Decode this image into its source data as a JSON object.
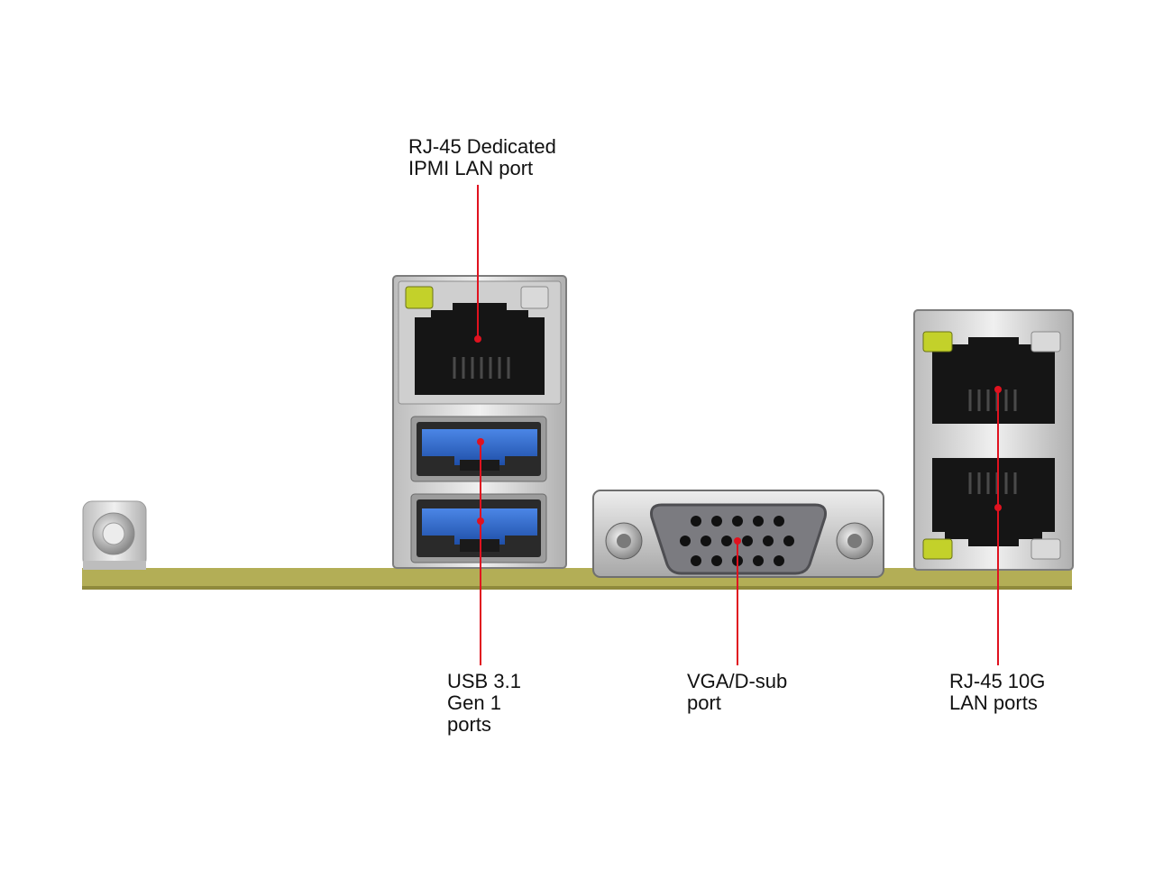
{
  "colors": {
    "pcb": "#b3ae56",
    "pcb_edge": "#8f8a3c",
    "leader": "#e0121f",
    "metal": "#d2d2d2",
    "metal_dark": "#8e8e8e",
    "port_black": "#151515",
    "usb_blue": "#2f67c8",
    "led_green": "#c3d12a",
    "led_white": "#d9d9d9"
  },
  "callouts": {
    "ipmi": {
      "line1": "RJ-45 Dedicated",
      "line2": "IPMI LAN port"
    },
    "usb": {
      "line1": "USB 3.1",
      "line2": "Gen 1",
      "line3": "ports"
    },
    "vga": {
      "line1": "VGA/D-sub",
      "line2": "port"
    },
    "lan10g": {
      "line1": "RJ-45 10G",
      "line2": "LAN ports"
    }
  }
}
